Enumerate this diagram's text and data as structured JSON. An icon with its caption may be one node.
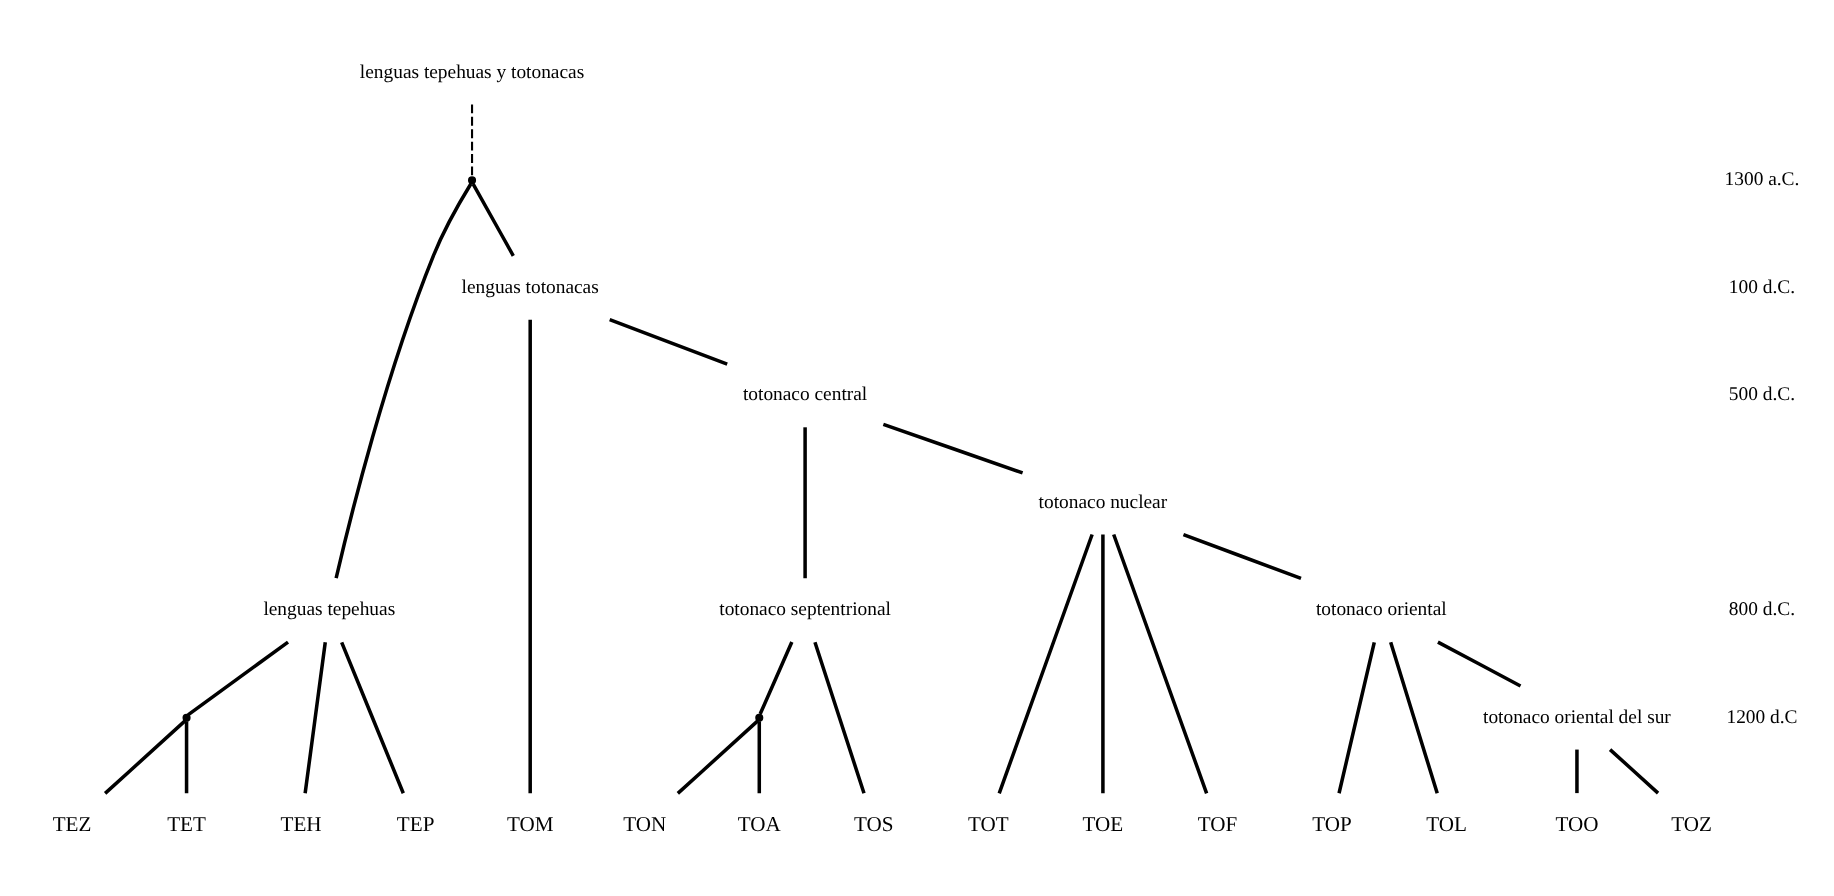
{
  "diagram": {
    "nodes": [
      {
        "text": [
          "lenguas tepehuas y totonacas"
        ]
      },
      {
        "text": [],
        "shape": "circle"
      },
      {
        "text": [
          "lenguas tepehuas"
        ]
      },
      {
        "text": [],
        "shape": "circle"
      },
      {
        "text": [
          "TEZ"
        ]
      },
      {
        "text": [
          "TET"
        ]
      },
      {
        "text": [
          "TEH"
        ]
      },
      {
        "text": [
          "TEP"
        ]
      },
      {
        "text": [
          "lenguas totonacas"
        ]
      },
      {
        "text": [
          "TOM"
        ]
      },
      {
        "text": [
          "totonaco central"
        ]
      },
      {
        "text": [
          "totonaco septentrional"
        ]
      },
      {
        "text": [],
        "shape": "circle"
      },
      {
        "text": [
          "TOS"
        ]
      },
      {
        "text": [
          "TON"
        ]
      },
      {
        "text": [
          "TOA"
        ]
      },
      {
        "text": [
          "totonaco nuclear"
        ]
      },
      {
        "text": [
          "TOT"
        ]
      },
      {
        "text": [
          "TOE"
        ]
      },
      {
        "text": [
          "TOF"
        ]
      },
      {
        "text": [
          "totonaco oriental"
        ]
      },
      {
        "text": [
          "TOP"
        ]
      },
      {
        "text": [
          "TOL"
        ]
      },
      {
        "text": [
          "totonaco oriental del sur"
        ]
      },
      {
        "text": [
          "TOO"
        ]
      },
      {
        "text": [
          "TOZ"
        ]
      }
    ],
    "edges": [
      {
        "from": 0,
        "to": 1,
        "arrow": "none",
        "style": "dashed"
      },
      {
        "from": 1,
        "to": 2,
        "arrow": "none"
      },
      {
        "from": 2,
        "to": 3,
        "arrow": "none"
      },
      {
        "from": 3,
        "to": 4,
        "arrow": "none"
      },
      {
        "from": 3,
        "to": 5,
        "arrow": "none"
      },
      {
        "from": 2,
        "to": 6,
        "arrow": "none"
      },
      {
        "from": 2,
        "to": 7,
        "arrow": "none"
      },
      {
        "from": 1,
        "to": 8,
        "arrow": "none"
      },
      {
        "from": 8,
        "to": 9,
        "arrow": "none"
      },
      {
        "from": 8,
        "to": 10,
        "arrow": "none"
      },
      {
        "from": 10,
        "to": 11,
        "arrow": "none"
      },
      {
        "from": 11,
        "to": 13,
        "arrow": "none"
      },
      {
        "from": 11,
        "to": 12,
        "arrow": "none"
      },
      {
        "from": 12,
        "to": 14,
        "arrow": "none"
      },
      {
        "from": 12,
        "to": 15,
        "arrow": "none"
      },
      {
        "from": 10,
        "to": 16,
        "arrow": "none"
      },
      {
        "from": 16,
        "to": 17,
        "arrow": "none"
      },
      {
        "from": 16,
        "to": 18,
        "arrow": "none"
      },
      {
        "from": 16,
        "to": 19,
        "arrow": "none"
      },
      {
        "from": 16,
        "to": 20,
        "arrow": "none"
      },
      {
        "from": 20,
        "to": 21,
        "arrow": "none"
      },
      {
        "from": 20,
        "to": 22,
        "arrow": "none"
      },
      {
        "from": 20,
        "to": 23,
        "arrow": "none"
      },
      {
        "from": 23,
        "to": 24,
        "arrow": "none"
      },
      {
        "from": 23,
        "to": 25,
        "arrow": "none"
      }
    ],
    "labels": [
      "1300 a.C.",
      "100 d.C.",
      "500 d.C.",
      "800 d.C.",
      "1200 d.C"
    ]
  }
}
